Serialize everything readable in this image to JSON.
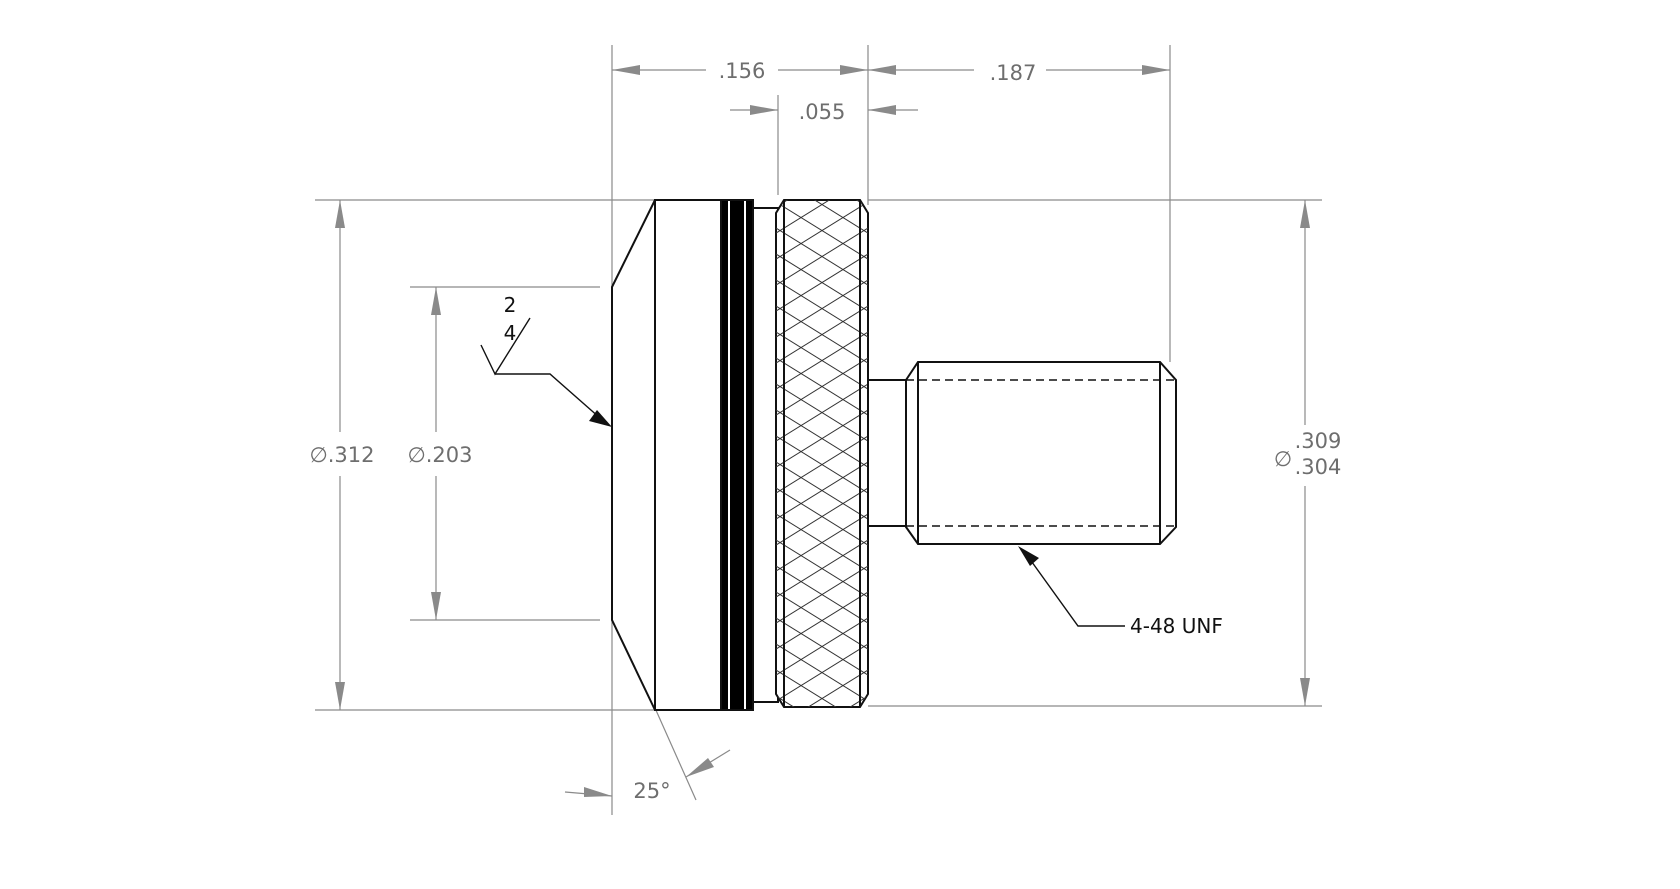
{
  "dimensions": {
    "dim_156": ".156",
    "dim_055": ".055",
    "dim_187": ".187",
    "dia_312": "∅.312",
    "dia_203": "∅.203",
    "dia_309_upper": ".309",
    "dia_304_lower": ".304",
    "dia_symbol": "∅",
    "angle_25": "25°"
  },
  "notes": {
    "surface_finish_top": "2",
    "surface_finish_bottom": "4",
    "thread_callout": "4-48 UNF"
  },
  "colors": {
    "object_line": "#111111",
    "dimension_line": "#8a8a8a",
    "dimension_text": "#6e6e6e",
    "groove_fill": "#000000"
  }
}
